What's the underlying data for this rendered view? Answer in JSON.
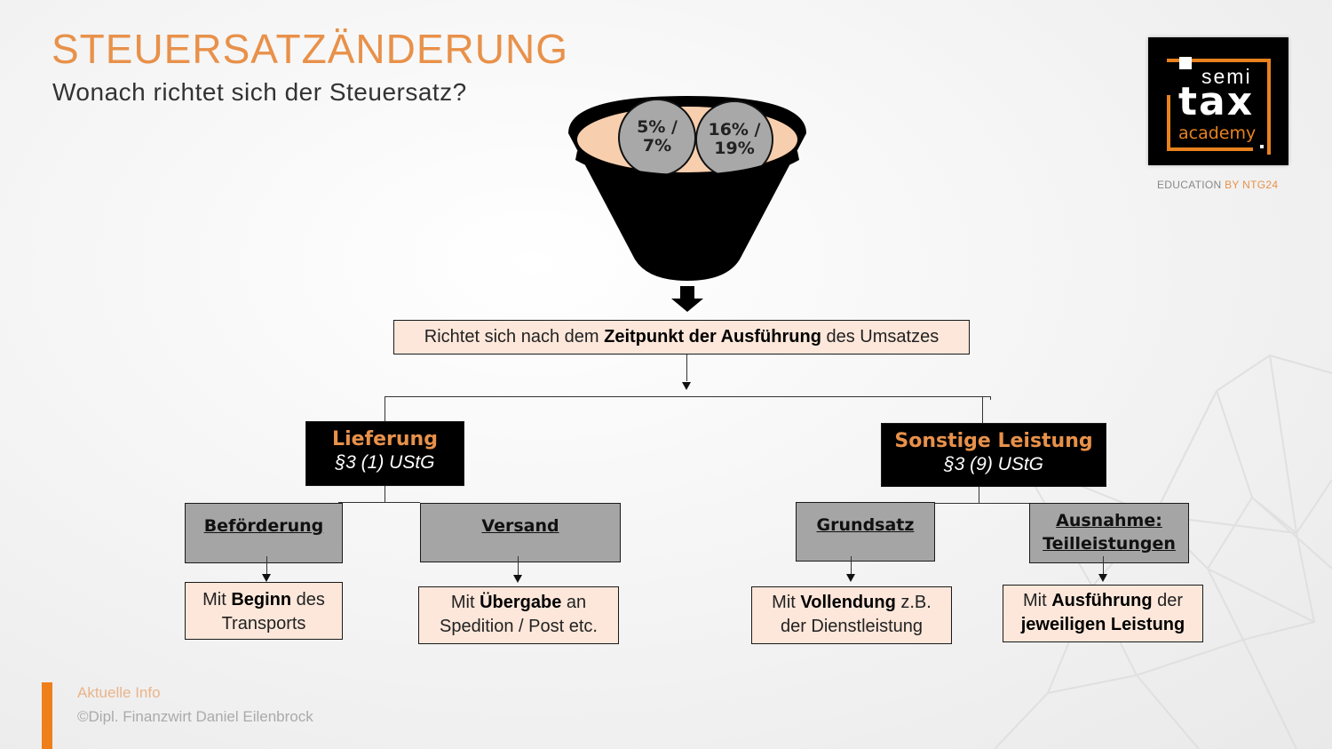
{
  "header": {
    "title": "STEUERSATZÄNDERUNG",
    "subtitle": "Wonach richtet sich der Steuersatz?"
  },
  "logo": {
    "line1": "semi",
    "line2": "tax",
    "line3": "academy",
    "tagline_prefix": "EDUCATION",
    "tagline_suffix": "BY NTG24"
  },
  "funnel": {
    "rate_reduced": "5% / 7%",
    "rate_reduced_line1": "5% /",
    "rate_reduced_line2": "7%",
    "rate_standard_line1": "16% /",
    "rate_standard_line2": "19%"
  },
  "main_rule": {
    "prefix": "Richtet sich nach dem ",
    "bold": "Zeitpunkt der Ausführung",
    "suffix": " des Umsatzes"
  },
  "branches": [
    {
      "title": "Lieferung",
      "law": "§3 (1) UStG",
      "cases": [
        {
          "label": "Beförderung",
          "rule_prefix": "Mit ",
          "rule_bold": "Beginn",
          "rule_suffix": " des Transports"
        },
        {
          "label": "Versand",
          "rule_prefix": "Mit ",
          "rule_bold": "Übergabe",
          "rule_suffix": " an Spedition / Post etc."
        }
      ]
    },
    {
      "title": "Sonstige Leistung",
      "law": "§3 (9) UStG",
      "cases": [
        {
          "label": "Grundsatz",
          "rule_prefix": "Mit ",
          "rule_bold": "Vollendung",
          "rule_suffix": " z.B. der Dienstleistung"
        },
        {
          "label": "Ausnahme: Teilleistungen",
          "label_line1": "Ausnahme:",
          "label_line2": "Teilleistungen",
          "rule_prefix": "Mit ",
          "rule_bold": "Ausführung",
          "rule_suffix": " der",
          "rule_bold2": "jeweiligen Leistung"
        }
      ]
    }
  ],
  "footer": {
    "category": "Aktuelle Info",
    "copyright": "©Dipl. Finanzwirt Daniel Eilenbrock"
  },
  "colors": {
    "accent": "#e8914a",
    "peach": "#fde7da",
    "grey_box": "#a5a5a5",
    "footer_bar": "#ee7f1a"
  }
}
